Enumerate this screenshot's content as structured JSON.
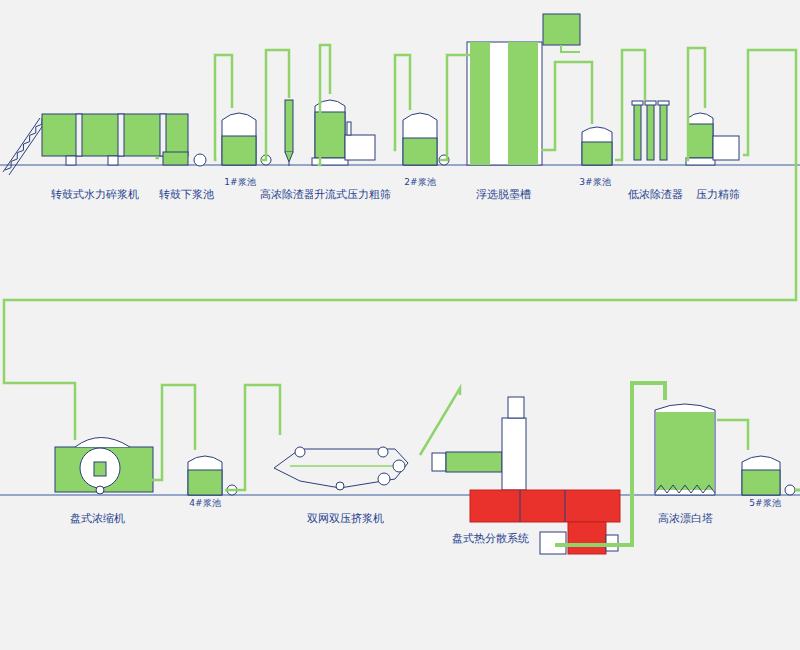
{
  "diagram": {
    "nodes": [
      {
        "text": [
          "转鼓式水力碎浆机"
        ]
      },
      {
        "text": [
          "转鼓下浆池"
        ]
      },
      {
        "text": [
          "1#浆池"
        ]
      },
      {
        "text": [
          "高浓除渣器"
        ]
      },
      {
        "text": [
          "升流式压力粗筛"
        ]
      },
      {
        "text": [
          "2#浆池"
        ]
      },
      {
        "text": [
          "浮选脱墨槽"
        ]
      },
      {
        "text": [
          "3#浆池"
        ]
      },
      {
        "text": [
          "低浓除渣器"
        ]
      },
      {
        "text": [
          "压力精筛"
        ]
      },
      {
        "text": [
          "盘式浓缩机"
        ]
      },
      {
        "text": [
          "4#浆池"
        ]
      },
      {
        "text": [
          "双网双压挤浆机"
        ]
      },
      {
        "text": [
          "盘式热分散系统"
        ]
      },
      {
        "text": [
          "高浓漂白塔"
        ]
      },
      {
        "text": [
          "5#浆池"
        ]
      }
    ],
    "edges": [
      {
        "from": 0,
        "to": 1,
        "arrow": "none"
      },
      {
        "from": 1,
        "to": 2,
        "arrow": "none"
      },
      {
        "from": 2,
        "to": 3,
        "arrow": "none"
      },
      {
        "from": 3,
        "to": 4,
        "arrow": "none"
      },
      {
        "from": 4,
        "to": 5,
        "arrow": "none"
      },
      {
        "from": 5,
        "to": 6,
        "arrow": "none"
      },
      {
        "from": 6,
        "to": 7,
        "arrow": "none"
      },
      {
        "from": 7,
        "to": 8,
        "arrow": "none"
      },
      {
        "from": 8,
        "to": 9,
        "arrow": "none"
      },
      {
        "from": 9,
        "to": 10,
        "arrow": "none"
      },
      {
        "from": 10,
        "to": 11,
        "arrow": "none"
      },
      {
        "from": 11,
        "to": 12,
        "arrow": "none"
      },
      {
        "from": 12,
        "to": 13,
        "arrow": "none"
      },
      {
        "from": 13,
        "to": 14,
        "arrow": "none"
      },
      {
        "from": 14,
        "to": 15,
        "arrow": "none"
      }
    ]
  }
}
